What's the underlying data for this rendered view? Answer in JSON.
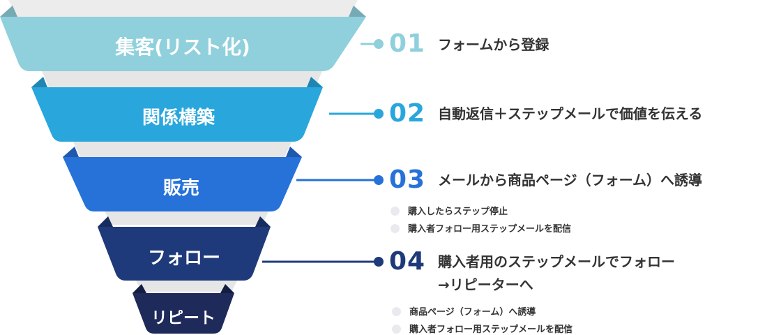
{
  "colors": {
    "level1": "#8fd0dc",
    "level2": "#29a6dc",
    "level3": "#2672d9",
    "level4": "#1f3a7a",
    "level5": "#1e2a5a",
    "text": "#333333",
    "bullet": "#e8eaee"
  },
  "levels": [
    {
      "label": "集客(リスト化)"
    },
    {
      "label": "関係構築"
    },
    {
      "label": "販売"
    },
    {
      "label": "フォロー"
    },
    {
      "label": "リピート"
    }
  ],
  "steps": [
    {
      "number": "01",
      "text": "フォームから登録"
    },
    {
      "number": "02",
      "text": "自動返信＋ステップメールで価値を伝える"
    },
    {
      "number": "03",
      "text": "メールから商品ページ（フォーム）へ誘導",
      "subs": [
        "購入したらステップ停止",
        "購入者フォロー用ステップメールを配信"
      ]
    },
    {
      "number": "04",
      "text": "購入者用のステップメールでフォロー",
      "text2": "→リピーターへ",
      "subs": [
        "商品ページ（フォーム）へ誘導",
        "購入者フォロー用ステップメールを配信"
      ]
    }
  ]
}
